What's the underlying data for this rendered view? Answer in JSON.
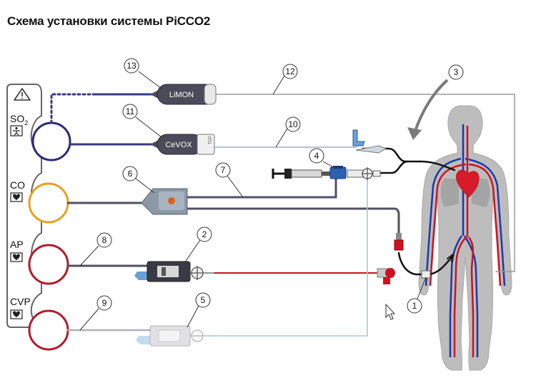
{
  "title": "Схема установки системы PiCCO2",
  "monitor": {
    "labels": {
      "so2": "SO",
      "so2_sub": "2",
      "co": "CO",
      "ap": "AP",
      "cvp": "CVP"
    }
  },
  "devices": {
    "limon": "LiMON",
    "cevox": "CeVOX",
    "tdp": "TDP"
  },
  "callouts": [
    "1",
    "2",
    "3",
    "4",
    "5",
    "6",
    "7",
    "8",
    "9",
    "10",
    "11",
    "12",
    "13"
  ],
  "colors": {
    "so2_ring": "#2a2a7a",
    "co_ring": "#e8a020",
    "ap_ring": "#b01c2c",
    "cvp_ring": "#b01c2c",
    "arterial_line": "#d01020",
    "venous_line": "#9ec8e8",
    "body": "#bcbcbc",
    "heart": "#d81a2a"
  }
}
